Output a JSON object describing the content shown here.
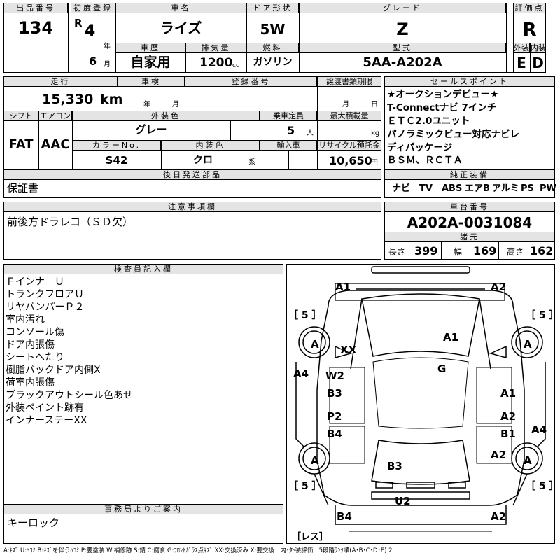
{
  "header_labels": {
    "lot_no": "出品番号",
    "first_reg": "初度登録",
    "car_name": "車名",
    "door": "ドア形状",
    "grade": "グレード",
    "score": "評価点",
    "history": "車歴",
    "displacement": "排気量",
    "fuel": "燃料",
    "model": "型式",
    "exterior": "外装",
    "interior": "内装",
    "mileage": "走行",
    "inspection": "車検",
    "reg_no": "登録番号",
    "transfer_deadline": "譲渡書類期限",
    "sales_point": "セールスポイント",
    "shift": "シフト",
    "aircon": "エアコン",
    "ext_color": "外装色",
    "capacity": "乗車定員",
    "max_load": "最大積載量",
    "color_no": "カラーNo.",
    "int_color": "内装色",
    "import": "輸入車",
    "recycle": "リサイクル預託金",
    "later_parts": "後日発送部品",
    "genuine": "純正装備",
    "caution": "注意事項欄",
    "chassis": "車台番号",
    "specs": "諸元",
    "inspector": "検査員記入欄",
    "office": "事務局よりご案内"
  },
  "lot": {
    "number": "134"
  },
  "first_reg": {
    "era": "R",
    "year": "4",
    "year_unit": "年",
    "month": "6",
    "month_unit": "月"
  },
  "car_name": "ライズ",
  "door": "5W",
  "grade": "Z",
  "score": "R",
  "history": "自家用",
  "displacement": {
    "value": "1200",
    "unit": "cc"
  },
  "fuel": "ガソリン",
  "model": "5AA-A202A",
  "exterior_grade": "E",
  "interior_grade": "D",
  "mileage": {
    "value": "15,330",
    "unit": "km"
  },
  "inspection": {
    "year_unit": "年",
    "month_unit": "月"
  },
  "transfer_deadline": {
    "month_unit": "月",
    "day_unit": "日"
  },
  "sales_points": [
    "★オークションデビュー★",
    "T-Connectナビ 7インチ",
    "ＥＴＣ2.0ユニット",
    "パノラミックビュー対応ナビレ",
    "ディパッケージ",
    "ＢＳＭ、ＲＣＴＡ"
  ],
  "shift": "FAT",
  "aircon": "AAC",
  "ext_color": "グレー",
  "capacity": {
    "value": "5",
    "unit": "人"
  },
  "max_load": {
    "unit": "kg"
  },
  "color_no": "S42",
  "int_color": {
    "value": "クロ",
    "unit": "系"
  },
  "recycle": {
    "value": "10,650",
    "unit": "円"
  },
  "later_parts": "保証書",
  "genuine_equipment": [
    "ナビ",
    "TV",
    "ABS",
    "エアB",
    "アルミ",
    "PS",
    "PW"
  ],
  "caution": "前後方ドラレコ（ＳＤ欠）",
  "chassis_no": "A202A-0031084",
  "specs": {
    "length_label": "長さ",
    "length": "399",
    "width_label": "幅",
    "width": "169",
    "height_label": "高さ",
    "height": "162"
  },
  "inspector_notes": [
    "Ｆインナ－Ｕ",
    "トランクフロアＵ",
    "リヤバンパーＰ２",
    "室内汚れ",
    "コンソール傷",
    "ドア内張傷",
    "シートへたり",
    "樹脂バックドア内側X",
    "荷室内張傷",
    "ブラックアウトシール色あせ",
    "外装ペイント跡有",
    "インナーステーXX"
  ],
  "office_note": "キーロック",
  "diagram": {
    "marks": {
      "front_left": "A1",
      "front_right": "A2",
      "hood": "A1",
      "windshield_xx": "XX",
      "windshield_g": "G",
      "left_fender": "A4",
      "right_quarter": "A4",
      "left_front_door": "W2",
      "left_front_door_2": "B3",
      "left_rear_door": "P2",
      "left_rear_door_2": "B4",
      "right_front_door": "A1",
      "right_rear_door": "A2",
      "right_rear_door_2": "B1",
      "right_rear_quarter": "A2",
      "rear_glass": "B3",
      "rear_panel": "U2",
      "rear_left": "B4",
      "rear_right": "A2",
      "wheel_fl": "A",
      "wheel_fr": "A",
      "wheel_rl": "A",
      "wheel_rr": "A"
    },
    "tire_depths": [
      "［ 5 ］",
      "［ 5 ］",
      "［ 5 ］",
      "［ 5 ］"
    ],
    "spare": "［レス］"
  },
  "legend": "A:ｷｽﾞ U:ﾍｺﾐ B:ｷｽﾞを伴うﾍｺﾐ P:要塗装 W:補修跡 S:錆 C:腐食 G:ﾌﾛﾝﾄｶﾞﾗｽ点ｷｽﾞ XX:交換済み X:要交換　内･外装評価　5段階ﾗﾝｸ順(A･B･C･D･E) 2"
}
